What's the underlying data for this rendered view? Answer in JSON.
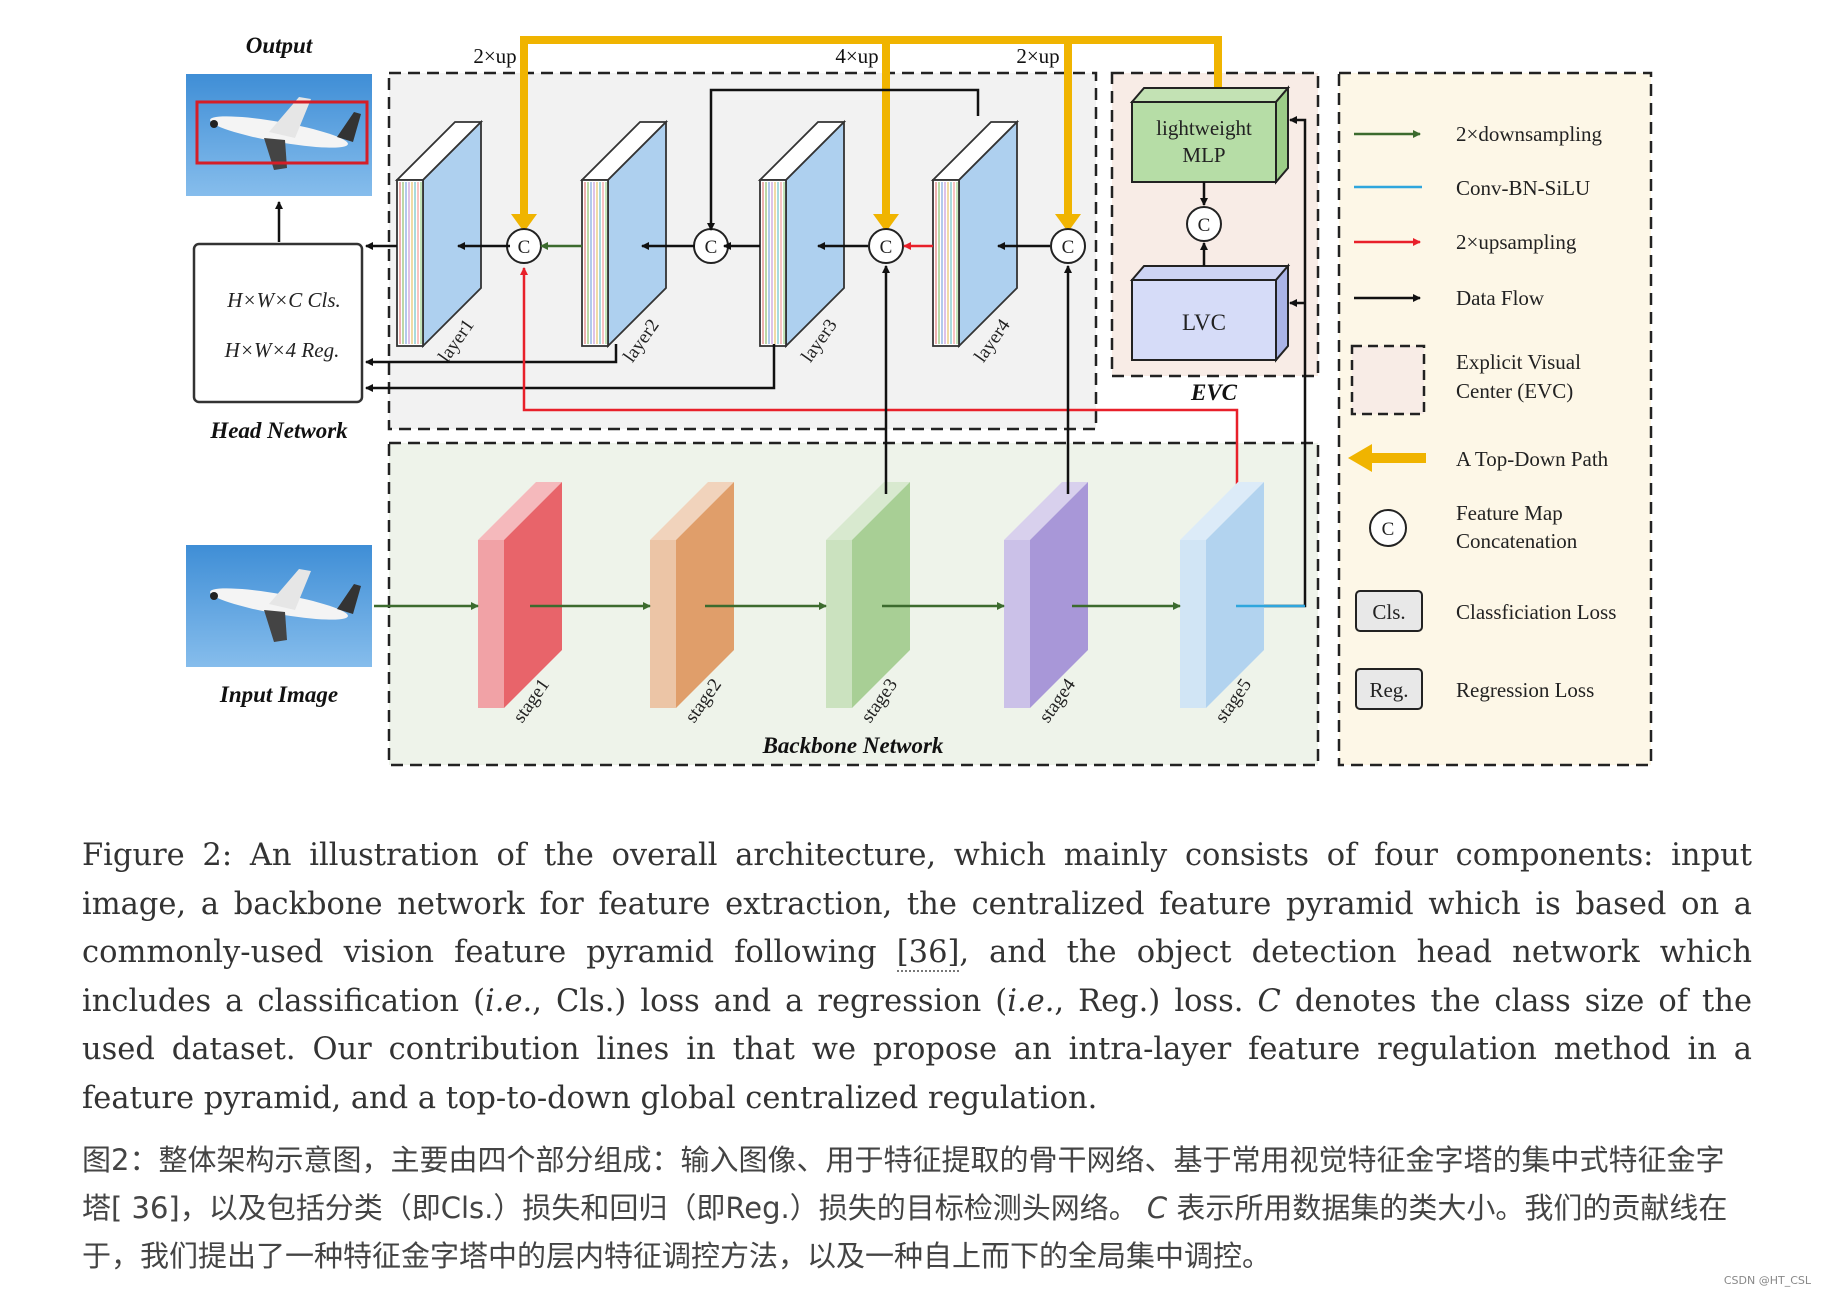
{
  "diagram": {
    "output_label": "Output",
    "input_label": "Input Image",
    "head_network_label": "Head Network",
    "head_line1": "H×W×C  Cls.",
    "head_line2": "H×W×4  Reg.",
    "backbone_label": "Backbone Network",
    "evc_label": "EVC",
    "mlp_line1": "lightweight",
    "mlp_line2": "MLP",
    "lvc_label": "LVC",
    "concat_symbol": "C",
    "up_labels": [
      "2×up",
      "4×up",
      "2×up"
    ],
    "layers": [
      "layer1",
      "layer2",
      "layer3",
      "layer4"
    ],
    "stages": [
      "stage1",
      "stage2",
      "stage3",
      "stage4",
      "stage5"
    ],
    "colors": {
      "topdown": "#f0b400",
      "downsample": "#3c6b2e",
      "conv": "#2fa6dd",
      "upsample": "#e8202a",
      "flow": "#111111",
      "pyramid_bg": "#f2f2f2",
      "backbone_bg": "#eef3ea",
      "evc_bg": "#f8ece6",
      "legend_bg": "#fdf7e7",
      "layer_face": "#aed0ef",
      "stage1": "#e8646a",
      "stage2": "#e09e6a",
      "stage3": "#a8cf95",
      "stage4": "#a897d8",
      "stage5": "#b2d3ef"
    }
  },
  "legend": {
    "items": [
      {
        "label": "2×downsampling",
        "icon": "green-arrow-icon"
      },
      {
        "label": "Conv-BN-SiLU",
        "icon": "cyan-line-icon"
      },
      {
        "label": "2×upsampling",
        "icon": "red-arrow-icon"
      },
      {
        "label": "Data Flow",
        "icon": "black-arrow-icon"
      },
      {
        "label": "Explicit Visual",
        "label2": "Center (EVC)",
        "icon": "dashed-box-icon"
      },
      {
        "label": "A Top-Down Path",
        "icon": "yellow-arrow-icon"
      },
      {
        "label": "Feature Map",
        "label2": "Concatenation",
        "icon": "concat-circle-icon"
      },
      {
        "label": "Classficiation Loss",
        "icon": "cls-box-icon",
        "box_text": "Cls."
      },
      {
        "label": "Regression Loss",
        "icon": "reg-box-icon",
        "box_text": "Reg."
      }
    ]
  },
  "caption": {
    "en_part1": "Figure 2: An illustration of the overall architecture, which mainly consists of four components: input image, a backbone network for feature extraction, the centralized feature pyramid which is based on a commonly-used vision feature pyramid following ",
    "en_cite": "[36]",
    "en_part2": ", and the object detection head network which includes a classification (",
    "en_ie1": "i.e.",
    "en_part3": ", Cls.) loss and a regression (",
    "en_ie2": "i.e.",
    "en_part4": ", Reg.) loss. ",
    "en_c": "C",
    "en_part5": " denotes the class size of the used dataset. Our contribution lines in that we propose an intra-layer feature regulation method in a feature pyramid, and a top-to-down global centralized regulation.",
    "zh_part1": "图2：整体架构示意图，主要由四个部分组成：输入图像、用于特征提取的骨干网络、基于常用视觉特征金字塔的集中式特征金字塔[ 36]，以及包括分类（即Cls.）损失和回归（即Reg.）损失的目标检测头网络。 ",
    "zh_c": "C",
    "zh_part2": " 表示所用数据集的类大小。我们的贡献线在于，我们提出了一种特征金字塔中的层内特征调控方法，以及一种自上而下的全局集中调控。"
  },
  "watermark": "CSDN @HT_CSL"
}
